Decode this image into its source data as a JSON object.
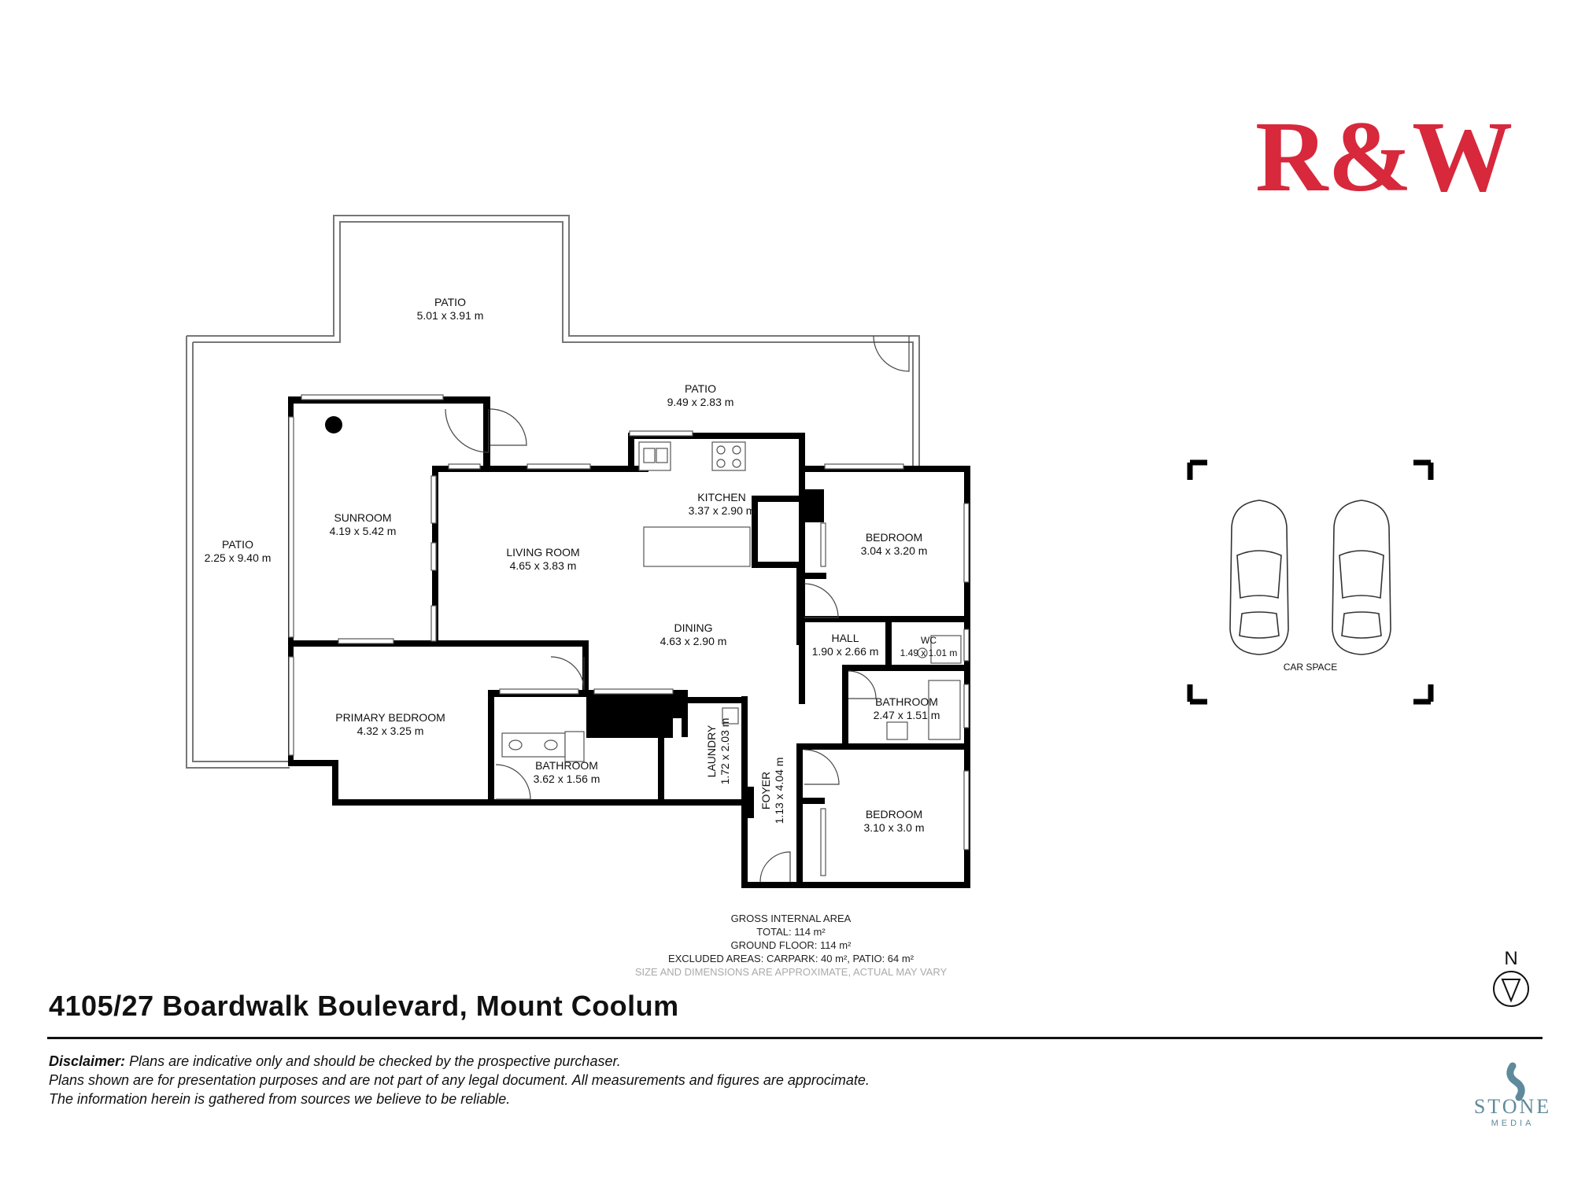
{
  "logo": {
    "text": "R&W",
    "color": "#d7283c"
  },
  "rooms": {
    "patio_top": {
      "name": "PATIO",
      "dims": "5.01 x 3.91 m"
    },
    "patio_mid": {
      "name": "PATIO",
      "dims": "9.49 x 2.83 m"
    },
    "patio_left": {
      "name": "PATIO",
      "dims": "2.25 x 9.40 m"
    },
    "sunroom": {
      "name": "SUNROOM",
      "dims": "4.19 x 5.42 m"
    },
    "living": {
      "name": "LIVING ROOM",
      "dims": "4.65 x 3.83 m"
    },
    "kitchen": {
      "name": "KITCHEN",
      "dims": "3.37 x 2.90 m"
    },
    "dining": {
      "name": "DINING",
      "dims": "4.63 x 2.90 m"
    },
    "bedroom1": {
      "name": "BEDROOM",
      "dims": "3.04 x 3.20 m"
    },
    "hall": {
      "name": "HALL",
      "dims": "1.90 x 2.66 m"
    },
    "wc": {
      "name": "WC",
      "dims": "1.49 x 1.01 m"
    },
    "bathroom2": {
      "name": "BATHROOM",
      "dims": "2.47 x 1.51 m"
    },
    "primary": {
      "name": "PRIMARY BEDROOM",
      "dims": "4.32 x 3.25 m"
    },
    "bathroom1": {
      "name": "BATHROOM",
      "dims": "3.62 x 1.56 m"
    },
    "laundry": {
      "name": "LAUNDRY",
      "dims": "1.72 x 2.03 m"
    },
    "foyer": {
      "name": "FOYER",
      "dims": "1.13 x 4.04 m"
    },
    "bedroom2": {
      "name": "BEDROOM",
      "dims": "3.10 x 3.0 m"
    }
  },
  "car_space": {
    "label": "CAR SPACE"
  },
  "gia": {
    "title": "GROSS INTERNAL AREA",
    "total": "TOTAL: 114 m²",
    "ground": "GROUND FLOOR: 114 m²",
    "excluded": "EXCLUDED AREAS: CARPARK: 40 m², PATIO: 64 m²",
    "note": "SIZE AND DIMENSIONS ARE APPROXIMATE, ACTUAL MAY VARY"
  },
  "compass": {
    "label": "N"
  },
  "address": "4105/27 Boardwalk Boulevard, Mount Coolum",
  "disclaimer": {
    "label": "Disclaimer:",
    "line1": "Plans are indicative only and should be checked by the prospective purchaser.",
    "line2": "Plans shown are for presentation purposes and are not part of any legal document. All measurements and figures are approcimate.",
    "line3": "The information herein is gathered from sources we believe to be reliable."
  },
  "brand": {
    "name": "STONE",
    "sub": "MEDIA",
    "color": "#5e8a9b"
  }
}
